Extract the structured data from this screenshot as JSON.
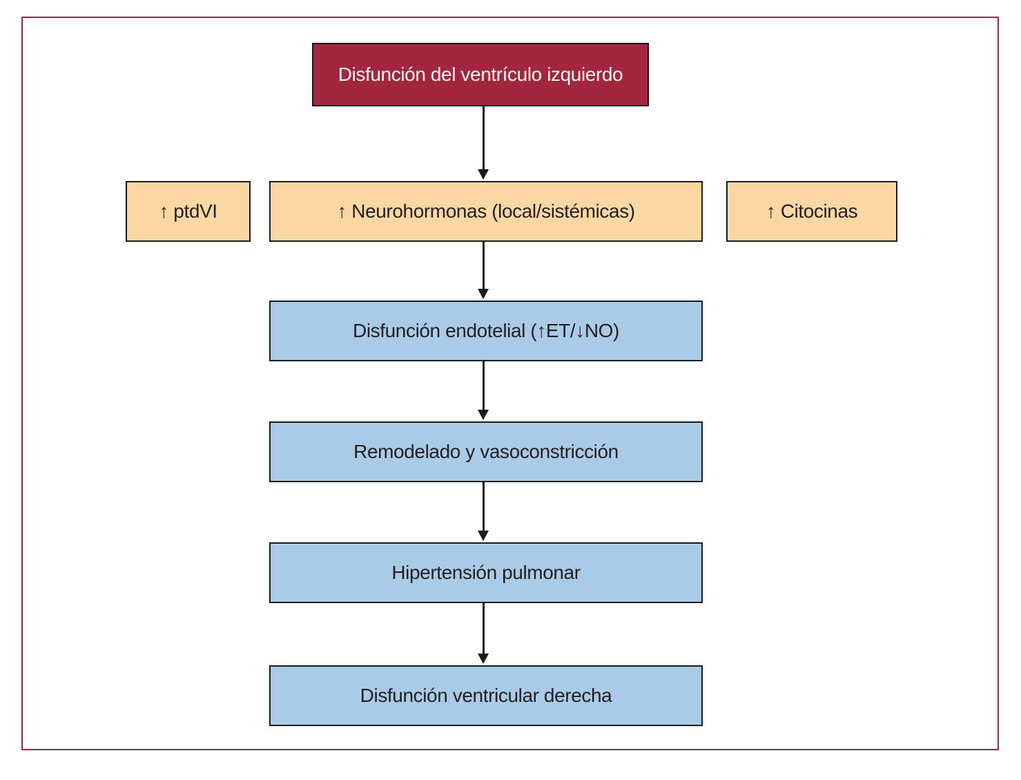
{
  "figure": {
    "type": "flowchart",
    "language": "es",
    "frame_color": "#9c2742",
    "colors": {
      "root_box_bg": "#a2263e",
      "root_box_text": "#fdf6f4",
      "factor_box_bg": "#fbd7a4",
      "stage_box_bg": "#aacbe8",
      "box_border": "#1a1a1a",
      "text_dark": "#231f20",
      "arrow": "#1a1a1a"
    }
  },
  "nodes": {
    "root": {
      "label": "Disfunción del ventrículo izquierdo"
    },
    "ptdvi": {
      "label": "↑ ptdVI"
    },
    "neurohormonas": {
      "label": "↑ Neurohormonas (local/sistémicas)"
    },
    "citocinas": {
      "label": "↑ Citocinas"
    },
    "endotelial": {
      "label": "Disfunción endotelial (↑ET/↓NO)"
    },
    "remodelado": {
      "label": "Remodelado y vasoconstricción"
    },
    "hipertension": {
      "label": "Hipertensión pulmonar"
    },
    "derecha": {
      "label": "Disfunción ventricular derecha"
    }
  },
  "edges": [
    {
      "from": "root",
      "to": "neurohormonas"
    },
    {
      "from": "neurohormonas",
      "to": "endotelial"
    },
    {
      "from": "endotelial",
      "to": "remodelado"
    },
    {
      "from": "remodelado",
      "to": "hipertension"
    },
    {
      "from": "hipertension",
      "to": "derecha"
    }
  ]
}
